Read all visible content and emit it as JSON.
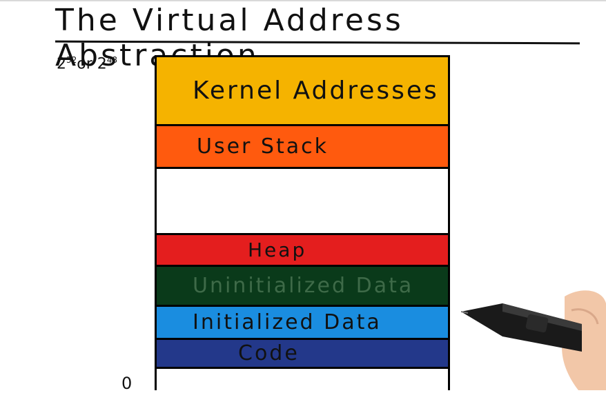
{
  "title": "The Virtual Address Abstraction",
  "top_range": {
    "base1": "2",
    "exp1": "32",
    "or": "or",
    "base2": "2",
    "exp2": "48"
  },
  "bottom_label": "0",
  "segments": {
    "kernel": "Kernel Addresses",
    "user_stack": "User Stack",
    "heap": "Heap",
    "uninitialized_data": "Uninitialized Data",
    "initialized_data": "Initialized Data",
    "code": "Code"
  },
  "arrows": {
    "down": "↓",
    "up": "↑"
  },
  "colors": {
    "kernel": "#f5b300",
    "user_stack": "#ff5a0e",
    "heap": "#e41e1e",
    "uninitialized_data": "#0a3a1a",
    "initialized_data": "#1a8de0",
    "code": "#23388a"
  }
}
